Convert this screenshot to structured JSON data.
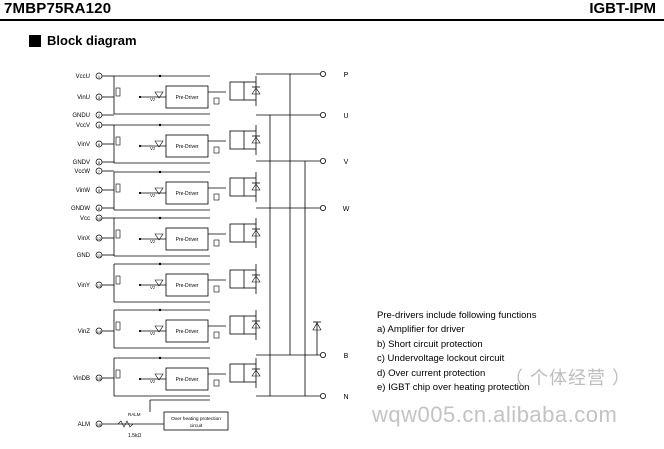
{
  "header": {
    "model": "7MBP75RA120",
    "type": "IGBT-IPM"
  },
  "section": {
    "title": "Block diagram"
  },
  "diagram": {
    "input_labels": [
      "VccU",
      "VinU",
      "GNDU",
      "VccV",
      "VinV",
      "GNDV",
      "VccW",
      "VinW",
      "GNDW",
      "Vcc",
      "VinX",
      "GND",
      "VinY",
      "VinZ",
      "VinDB",
      "ALM"
    ],
    "pin_numbers": [
      "1",
      "3",
      "2",
      "4",
      "6",
      "5",
      "7",
      "9",
      "8",
      "10",
      "12",
      "11",
      "13",
      "14",
      "15",
      "16"
    ],
    "output_labels": [
      "P",
      "U",
      "V",
      "W",
      "B",
      "N"
    ],
    "predriver_label": "Pre-Driver",
    "zener_label": "Vz",
    "ohp_label_1": "Over heating protection",
    "ohp_label_2": "circuit",
    "ralm_label": "RALM",
    "r_value": "1.5kΩ"
  },
  "functions": {
    "title": "Pre-drivers include following functions",
    "items": [
      "a) Amplifier for driver",
      "b) Short circuit protection",
      "c) Undervoltage lockout circuit",
      "d) Over current protection",
      "e) IGBT chip over heating protection"
    ]
  },
  "watermark": {
    "cn": "（ 个体经营 ）",
    "url": "wqw005.cn.alibaba.com"
  }
}
